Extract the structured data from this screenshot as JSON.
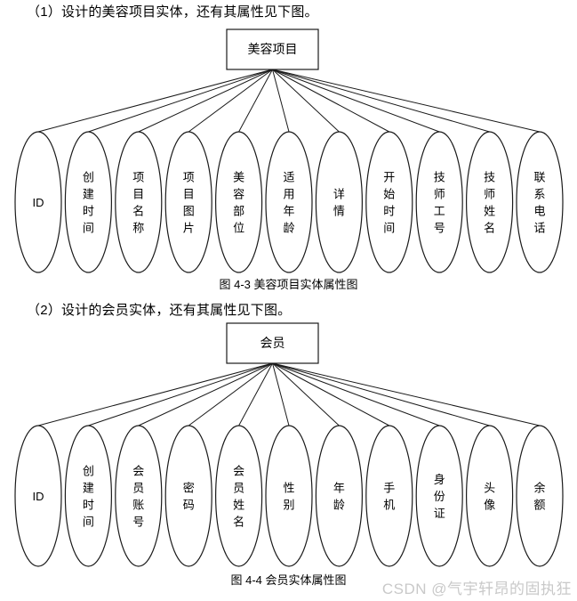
{
  "document": {
    "paragraphs": [
      {
        "text": "（1）设计的美容项目实体，还有其属性见下图。"
      },
      {
        "text": "（2）设计的会员实体，还有其属性见下图。"
      }
    ],
    "captions": [
      {
        "text": "图 4-3 美容项目实体属性图"
      },
      {
        "text": "图 4-4 会员实体属性图"
      }
    ],
    "watermark": "CSDN @气宇轩昂的固执狂"
  },
  "colors": {
    "stroke": "#1a1a1a",
    "fill": "#ffffff",
    "text": "#000000",
    "watermark": "#c9c9c9",
    "background": "#ffffff"
  },
  "diagrams": [
    {
      "id": "beauty-project-er",
      "entity": "美容项目",
      "attributes": [
        "ID",
        "创建时间",
        "项目名称",
        "项目图片",
        "美容部位",
        "适用年龄",
        "详情",
        "开始时间",
        "技师工号",
        "技师姓名",
        "联系电话"
      ]
    },
    {
      "id": "member-er",
      "entity": "会员",
      "attributes": [
        "ID",
        "创建时间",
        "会员账号",
        "密码",
        "会员姓名",
        "性别",
        "年龄",
        "手机",
        "身份证",
        "头像",
        "余额"
      ]
    }
  ]
}
